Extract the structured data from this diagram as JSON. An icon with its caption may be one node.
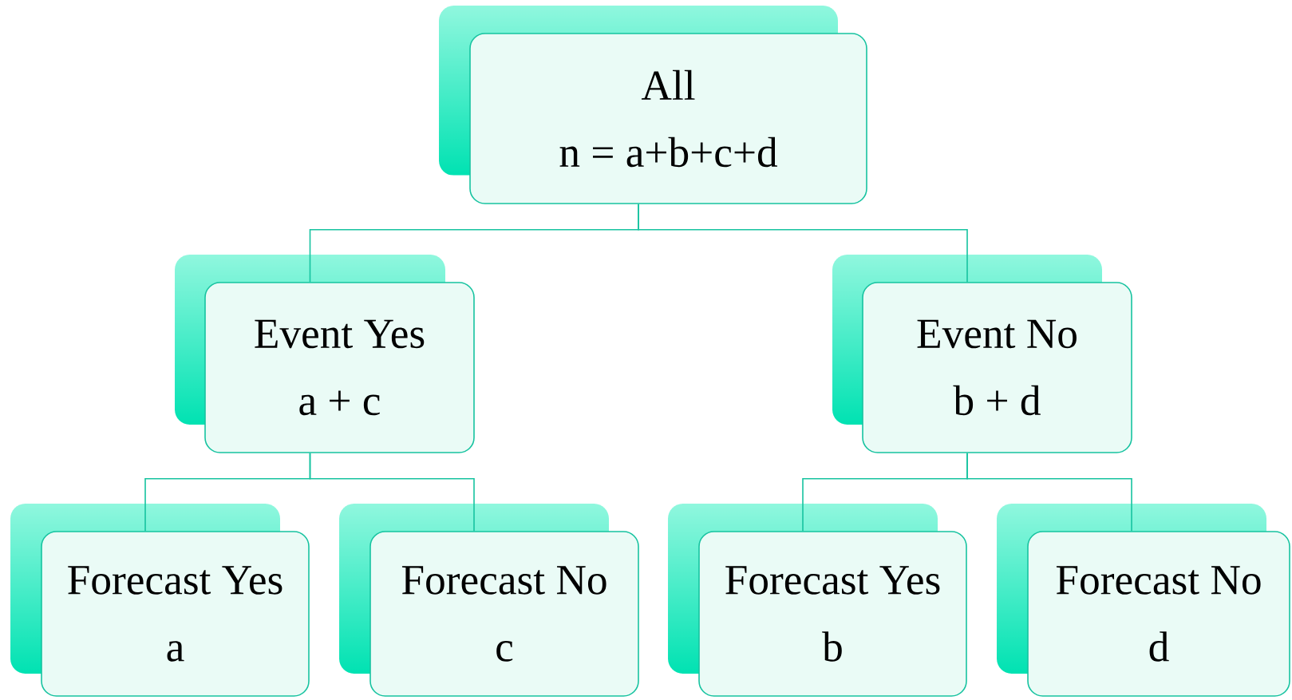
{
  "diagram": {
    "nodes": [
      {
        "text": [
          "All",
          "n = a+b+c+d"
        ]
      },
      {
        "text": [
          "Event Yes",
          "a + c"
        ]
      },
      {
        "text": [
          "Event No",
          "b + d"
        ]
      },
      {
        "text": [
          "Forecast Yes",
          "a"
        ]
      },
      {
        "text": [
          "Forecast No",
          "c"
        ]
      },
      {
        "text": [
          "Forecast Yes",
          "b"
        ]
      },
      {
        "text": [
          "Forecast No",
          "d"
        ]
      }
    ],
    "edges": [
      {
        "from": 0,
        "to": 1,
        "arrow": "none"
      },
      {
        "from": 0,
        "to": 2,
        "arrow": "none"
      },
      {
        "from": 1,
        "to": 3,
        "arrow": "none"
      },
      {
        "from": 1,
        "to": 4,
        "arrow": "none"
      },
      {
        "from": 2,
        "to": 5,
        "arrow": "none"
      },
      {
        "from": 2,
        "to": 6,
        "arrow": "none"
      }
    ]
  }
}
